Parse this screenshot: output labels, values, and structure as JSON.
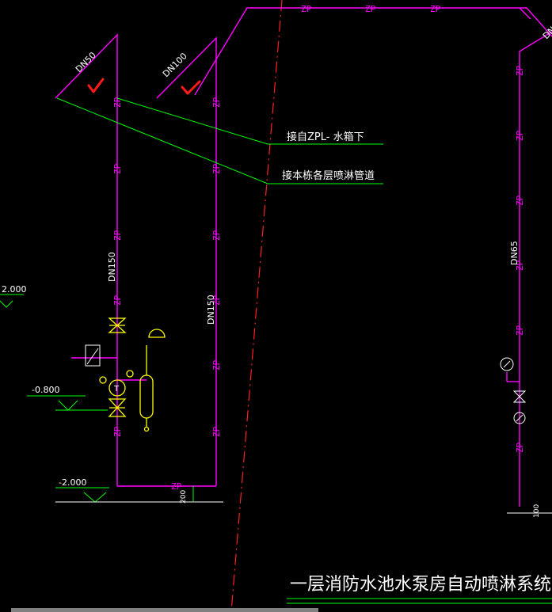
{
  "labels": {
    "pipe_code": "ZP",
    "dn50": "DN50",
    "dn100": "DN100",
    "dn150_left": "DN150",
    "dn150_right": "DN150",
    "dn65": "DN65",
    "annotation_top": "接自ZPL-   水箱下",
    "annotation_bottom": "接本栋各层喷淋管道",
    "elev_left_top": "2.000",
    "elev_mid": "-0.800",
    "elev_bottom": "-2.000",
    "dim_200": "200",
    "dim_100": "100",
    "tag_dn_right": "DN",
    "title": "一层消防水池水泵房自动喷淋系统图"
  },
  "colors": {
    "background": "#000000",
    "pipe": "#ff00ff",
    "leader": "#00ff00",
    "equipment": "#ffff00",
    "text": "#ffffff",
    "center_line": "#ff2020",
    "check_mark": "#ff1a1a"
  }
}
